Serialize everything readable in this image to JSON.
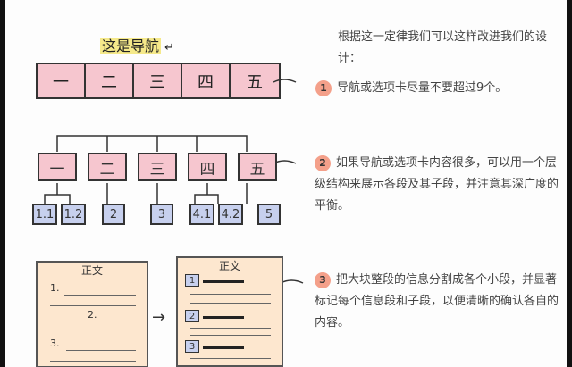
{
  "nav_title": {
    "text": "这是导航",
    "arrow": "↵"
  },
  "tabs": [
    "一",
    "二",
    "三",
    "四",
    "五"
  ],
  "tree": {
    "top": [
      "一",
      "二",
      "三",
      "四",
      "五"
    ],
    "sub": [
      "1.1",
      "1.2",
      "2",
      "3",
      "4.1",
      "4.2",
      "5"
    ]
  },
  "papers": {
    "left_title": "正文",
    "left_marks": [
      "1.",
      "2.",
      "3."
    ],
    "right_title": "正文",
    "right_marks": [
      "1",
      "2",
      "3"
    ]
  },
  "intro": "根据这一定律我们可以这样改进我们的设计：",
  "points": [
    {
      "num": "1",
      "text": "导航或选项卡尽量不要超过9个。"
    },
    {
      "num": "2",
      "text": "如果导航或选项卡内容很多，可以用一个层级结构来展示各段及其子段，并注意其深广度的平衡。"
    },
    {
      "num": "3",
      "text": "把大块整段的信息分割成各个小段，并显著标记每个信息段和子段，以便清晰的确认各自的内容。"
    }
  ],
  "colors": {
    "pink": "#f6c6cf",
    "blue": "#c7d0ee",
    "paper": "#fde7cf",
    "accent": "#e05c4a",
    "highlight": "#f7ea8c"
  }
}
